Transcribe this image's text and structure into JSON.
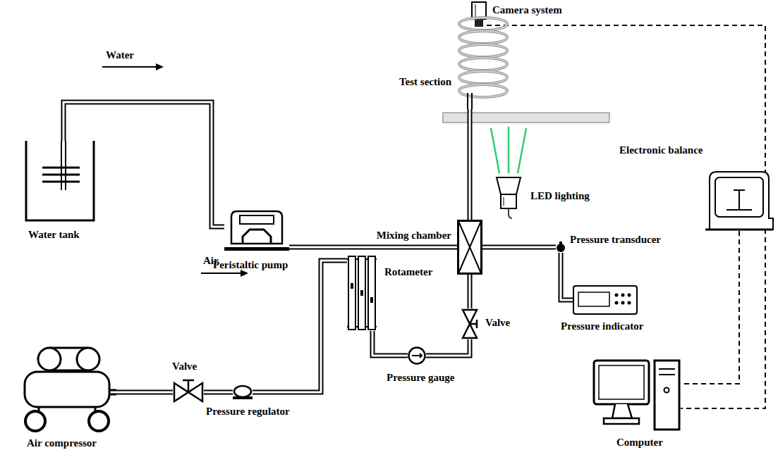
{
  "diagram": {
    "nodes": [
      {
        "text": [
          "Camera system"
        ]
      },
      {
        "text": [
          "Test section"
        ]
      },
      {
        "text": [
          "Electronic balance"
        ]
      },
      {
        "text": [
          "Water tank"
        ]
      },
      {
        "text": [
          "LED lighting"
        ]
      },
      {
        "text": [
          "Mixing chamber"
        ]
      },
      {
        "text": [
          "Peristaltic pump"
        ]
      },
      {
        "text": [
          "Pressure transducer"
        ]
      },
      {
        "text": [
          "Pressure indicator"
        ]
      },
      {
        "text": [
          "Valve"
        ]
      },
      {
        "text": [
          "Rotameter"
        ]
      },
      {
        "text": [
          "Pressure gauge"
        ]
      },
      {
        "text": [
          "Valve"
        ]
      },
      {
        "text": [
          "Pressure regulator"
        ]
      },
      {
        "text": [
          "Air compressor"
        ]
      },
      {
        "text": [
          "Computer"
        ]
      }
    ],
    "edges": [
      {
        "from": 3,
        "to": 6,
        "arrow": "none"
      },
      {
        "from": 6,
        "to": 5,
        "arrow": "none"
      },
      {
        "from": 5,
        "to": 1,
        "arrow": "none"
      },
      {
        "from": 5,
        "to": 7,
        "arrow": "none"
      },
      {
        "from": 7,
        "to": 8,
        "arrow": "none"
      },
      {
        "from": 9,
        "to": 5,
        "arrow": "none"
      },
      {
        "from": 11,
        "to": 9,
        "arrow": "none"
      },
      {
        "from": 10,
        "to": 11,
        "arrow": "none"
      },
      {
        "from": 13,
        "to": 10,
        "arrow": "none"
      },
      {
        "from": 12,
        "to": 13,
        "arrow": "none"
      },
      {
        "from": 14,
        "to": 12,
        "arrow": "none"
      },
      {
        "from": 0,
        "to": 15,
        "arrow": "none"
      },
      {
        "from": 2,
        "to": 15,
        "arrow": "none"
      }
    ],
    "labels": [
      "Water",
      "Air"
    ]
  }
}
